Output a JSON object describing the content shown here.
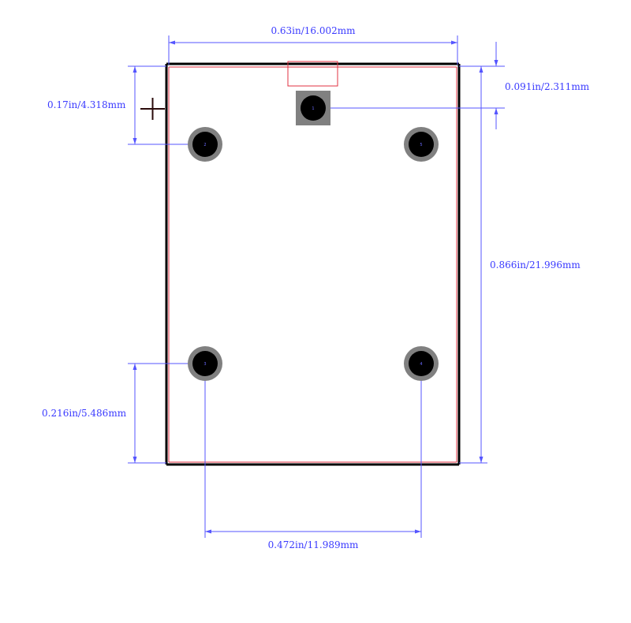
{
  "colors": {
    "dimension": "#5555ff",
    "dimension_text": "#3a3aff",
    "outline": "#000000",
    "silkscreen": "#e03040",
    "pad_ring": "#808080",
    "pad_hole": "#000000",
    "origin_marker": "#2a0a0a"
  },
  "dimensions": {
    "width": "0.63in/16.002mm",
    "pin1_offset": "0.091in/2.311mm",
    "top_pin_row": "0.17in/4.318mm",
    "height": "0.866in/21.996mm",
    "bottom_pin_row": "0.216in/5.486mm",
    "pin_span": "0.472in/11.989mm"
  },
  "pins": [
    {
      "number": "1",
      "shape": "square"
    },
    {
      "number": "2",
      "shape": "round"
    },
    {
      "number": "5",
      "shape": "round"
    },
    {
      "number": "3",
      "shape": "round"
    },
    {
      "number": "4",
      "shape": "round"
    }
  ]
}
